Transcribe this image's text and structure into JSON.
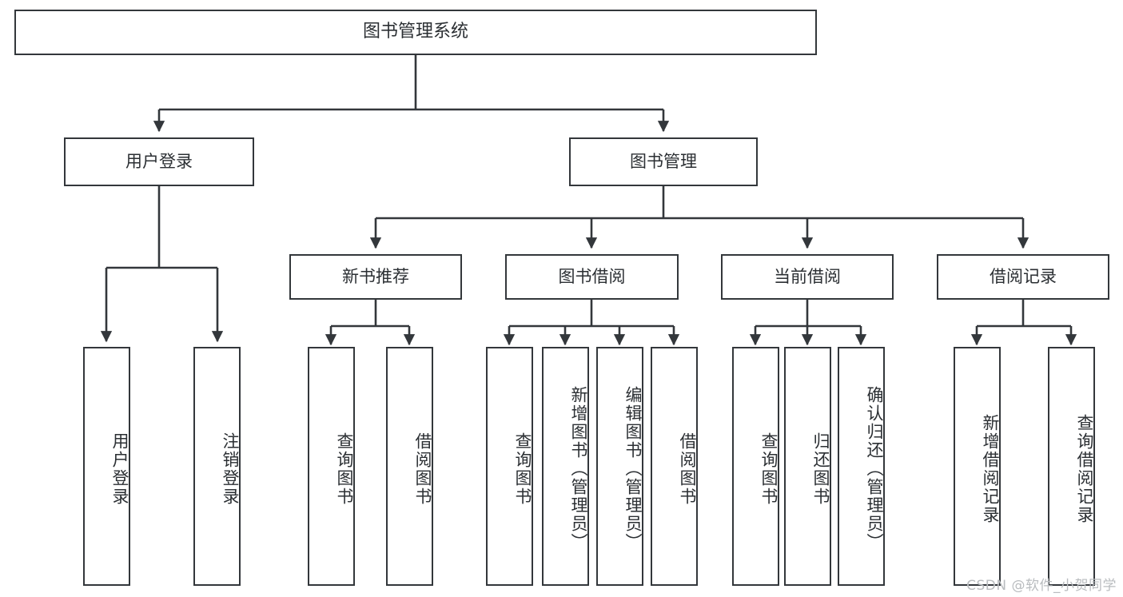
{
  "diagram": {
    "title": "图书管理系统",
    "type": "tree-hierarchy",
    "stroke_color": "#33373b",
    "text_color": "#2b2f33",
    "background_color": "#ffffff"
  },
  "nodes": {
    "root": {
      "label": "图书管理系统"
    },
    "level2": [
      {
        "id": "user-login",
        "label": "用户登录"
      },
      {
        "id": "book-management",
        "label": "图书管理"
      }
    ],
    "level3": [
      {
        "id": "new-book-recommend",
        "label": "新书推荐"
      },
      {
        "id": "book-borrow",
        "label": "图书借阅"
      },
      {
        "id": "current-borrow",
        "label": "当前借阅"
      },
      {
        "id": "borrow-record",
        "label": "借阅记录"
      }
    ],
    "leaves": {
      "user_login": [
        {
          "id": "leaf-user-login",
          "label": "用户登录"
        },
        {
          "id": "leaf-logout-login",
          "label": "注销登录"
        }
      ],
      "new_book_recommend": [
        {
          "id": "leaf-query-book-1",
          "label": "查询图书"
        },
        {
          "id": "leaf-borrow-book-1",
          "label": "借阅图书"
        }
      ],
      "book_borrow": [
        {
          "id": "leaf-query-book-2",
          "label": "查询图书"
        },
        {
          "id": "leaf-add-book",
          "label": "新增图书（管理员）"
        },
        {
          "id": "leaf-edit-book",
          "label": "编辑图书（管理员）"
        },
        {
          "id": "leaf-borrow-book-2",
          "label": "借阅图书"
        }
      ],
      "current_borrow": [
        {
          "id": "leaf-query-book-3",
          "label": "查询图书"
        },
        {
          "id": "leaf-return-book",
          "label": "归还图书"
        },
        {
          "id": "leaf-confirm-return",
          "label": "确认归还（管理员）"
        }
      ],
      "borrow_record": [
        {
          "id": "leaf-add-record",
          "label": "新增借阅记录"
        },
        {
          "id": "leaf-query-record",
          "label": "查询借阅记录"
        }
      ]
    }
  },
  "watermark": {
    "text": "CSDN @软件_小贺同学"
  }
}
